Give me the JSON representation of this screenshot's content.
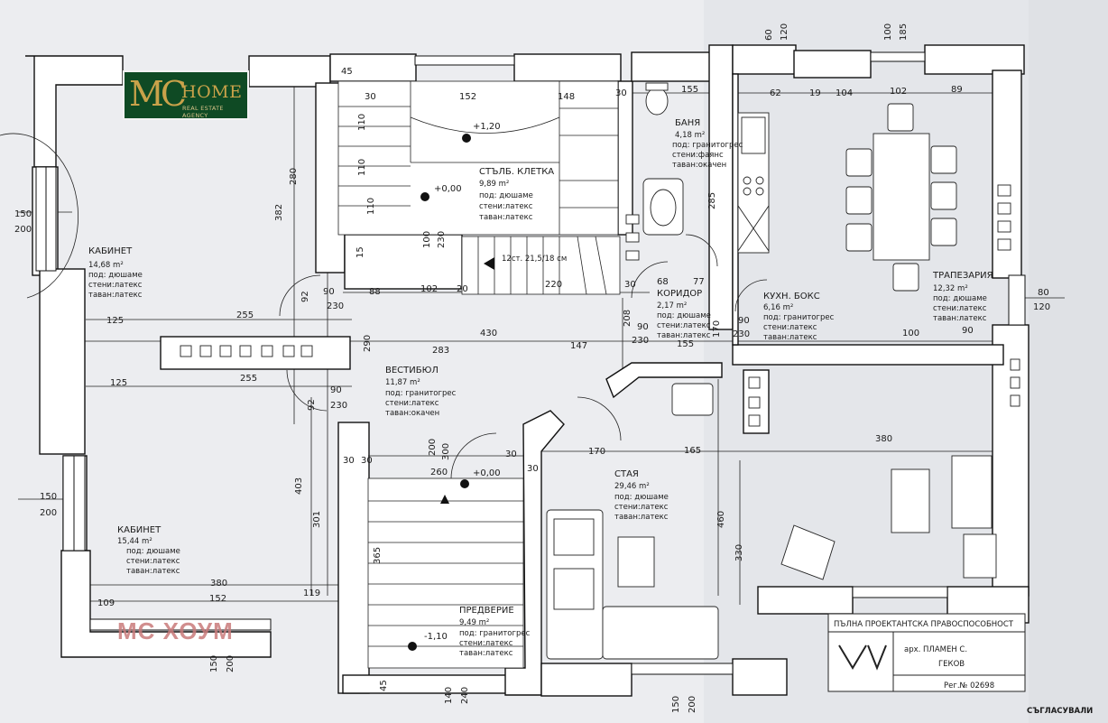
{
  "logo": {
    "brand": "MC",
    "name": "HOME",
    "tagline": "REAL ESTATE AGENCY"
  },
  "watermark": "МС ХОУМ",
  "rooms": {
    "cabinet1": {
      "name": "КАБИНЕТ",
      "area": "14,68 m²",
      "floor": "под: дюшаме",
      "walls": "стени:латекс",
      "ceiling": "таван:латекс"
    },
    "cabinet2": {
      "name": "КАБИНЕТ",
      "area": "15,44 m²",
      "floor": "под: дюшаме",
      "walls": "стени:латекс",
      "ceiling": "таван:латекс"
    },
    "stair": {
      "name": "СТЪЛБ. КЛЕТКА",
      "area": "9,89 m²",
      "floor": "под: дюшаме",
      "walls": "стени:латекс",
      "ceiling": "таван:латекс"
    },
    "bath": {
      "name": "БАНЯ",
      "area": "4,18 m²",
      "floor": "под: гранитогрес",
      "walls": "стени:фаянс",
      "ceiling": "таван:окачен"
    },
    "dining": {
      "name": "ТРАПЕЗАРИЯ",
      "area": "12,32 m²",
      "floor": "под: дюшаме",
      "walls": "стени:латекс",
      "ceiling": "таван:латекс"
    },
    "corridor": {
      "name": "КОРИДОР",
      "area": "2,17 m²",
      "floor": "под: дюшаме",
      "walls": "стени:латекс",
      "ceiling": "таван:латекс"
    },
    "kitchen": {
      "name": "КУХН. БОКС",
      "area": "6,16 m²",
      "floor": "под: гранитогрес",
      "walls": "стени:латекс",
      "ceiling": "таван:латекс"
    },
    "vestibule": {
      "name": "ВЕСТИБЮЛ",
      "area": "11,87 m²",
      "floor": "под: гранитогрес",
      "walls": "стени:латекс",
      "ceiling": "таван:окачен"
    },
    "living": {
      "name": "СТАЯ",
      "area": "29,46 m²",
      "floor": "под: дюшаме",
      "walls": "стени:латекс",
      "ceiling": "таван:латекс"
    },
    "entrance": {
      "name": "ПРЕДВЕРИЕ",
      "area": "9,49 m²",
      "floor": "под: гранитогрес",
      "walls": "стени:латекс",
      "ceiling": "таван:латекс"
    }
  },
  "levels": {
    "main": "+0,00",
    "vestibule": "+0,00",
    "landing": "+1,20",
    "entrance": "-1,10"
  },
  "stair_note": "12ст. 21,5/18 см",
  "dimensions": {
    "top": [
      "30",
      "152",
      "148",
      "30",
      "155",
      "62",
      "19",
      "104",
      "102",
      "89",
      "45"
    ],
    "right": [
      "80",
      "120",
      "100",
      "90"
    ],
    "cabinet": [
      "125",
      "255",
      "125",
      "255",
      "380",
      "109",
      "152",
      "119"
    ],
    "vertical": [
      "382",
      "280",
      "403",
      "301",
      "365",
      "460",
      "330",
      "285",
      "208",
      "170"
    ],
    "openings": [
      "150",
      "200",
      "150",
      "200",
      "150",
      "200",
      "60",
      "120",
      "100",
      "185"
    ],
    "stair_section": [
      "110",
      "110",
      "110",
      "100",
      "230",
      "102",
      "20",
      "220",
      "88",
      "90",
      "230",
      "90",
      "230",
      "92",
      "92",
      "15",
      "290",
      "430",
      "147",
      "283",
      "230",
      "90",
      "77",
      "68",
      "30",
      "155",
      "90",
      "230",
      "170",
      "260",
      "300",
      "200",
      "30",
      "30",
      "30",
      "30",
      "140",
      "240",
      "150",
      "200",
      "45"
    ]
  },
  "title_block": {
    "header": "ПЪЛНА ПРОЕКТАНТСКА ПРАВОСПОСОБНОСТ",
    "architect": "арх. ПЛАМЕН С.",
    "surname": "ГЕКОВ",
    "reg": "Рег.№ 02698",
    "approved": "СЪГЛАСУВАЛИ"
  },
  "colors": {
    "paper": "#ecedf0",
    "wall": "#ffffff",
    "line": "#1a1a1a",
    "logo_bg": "#0f4a24",
    "logo_gold": "#c9a24a",
    "watermark": "#c97b7b"
  }
}
